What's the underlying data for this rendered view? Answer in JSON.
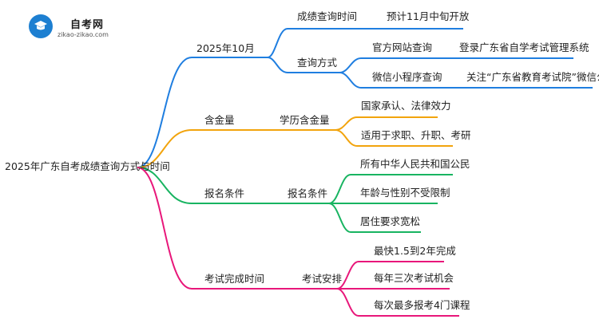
{
  "logo": {
    "title": "自考网",
    "url": "zikao-zikao.com",
    "icon": "graduation-cap-icon"
  },
  "root": "2025年广东自考成绩查询方式与时间",
  "branches": [
    {
      "label": "2025年10月",
      "color": "#1f7ee0",
      "children": [
        {
          "label": "成绩查询时间",
          "children": [
            "预计11月中旬开放"
          ]
        },
        {
          "label": "查询方式",
          "children": [
            {
              "label": "官方网站查询",
              "detail": "登录广东省自学考试管理系统"
            },
            {
              "label": "微信小程序查询",
              "detail": "关注“广东省教育考试院”微信公众号"
            }
          ]
        }
      ]
    },
    {
      "label": "含金量",
      "color": "#f2a40d",
      "children": [
        {
          "label": "学历含金量",
          "children": [
            "国家承认、法律效力",
            "适用于求职、升职、考研"
          ]
        }
      ]
    },
    {
      "label": "报名条件",
      "color": "#18b461",
      "children": [
        {
          "label": "报名条件",
          "children": [
            "所有中华人民共和国公民",
            "年龄与性别不受限制",
            "居住要求宽松"
          ]
        }
      ]
    },
    {
      "label": "考试完成时间",
      "color": "#e8177a",
      "children": [
        {
          "label": "考试安排",
          "children": [
            "最快1.5到2年完成",
            "每年三次考试机会",
            "每次最多报考4门课程"
          ]
        }
      ]
    }
  ]
}
